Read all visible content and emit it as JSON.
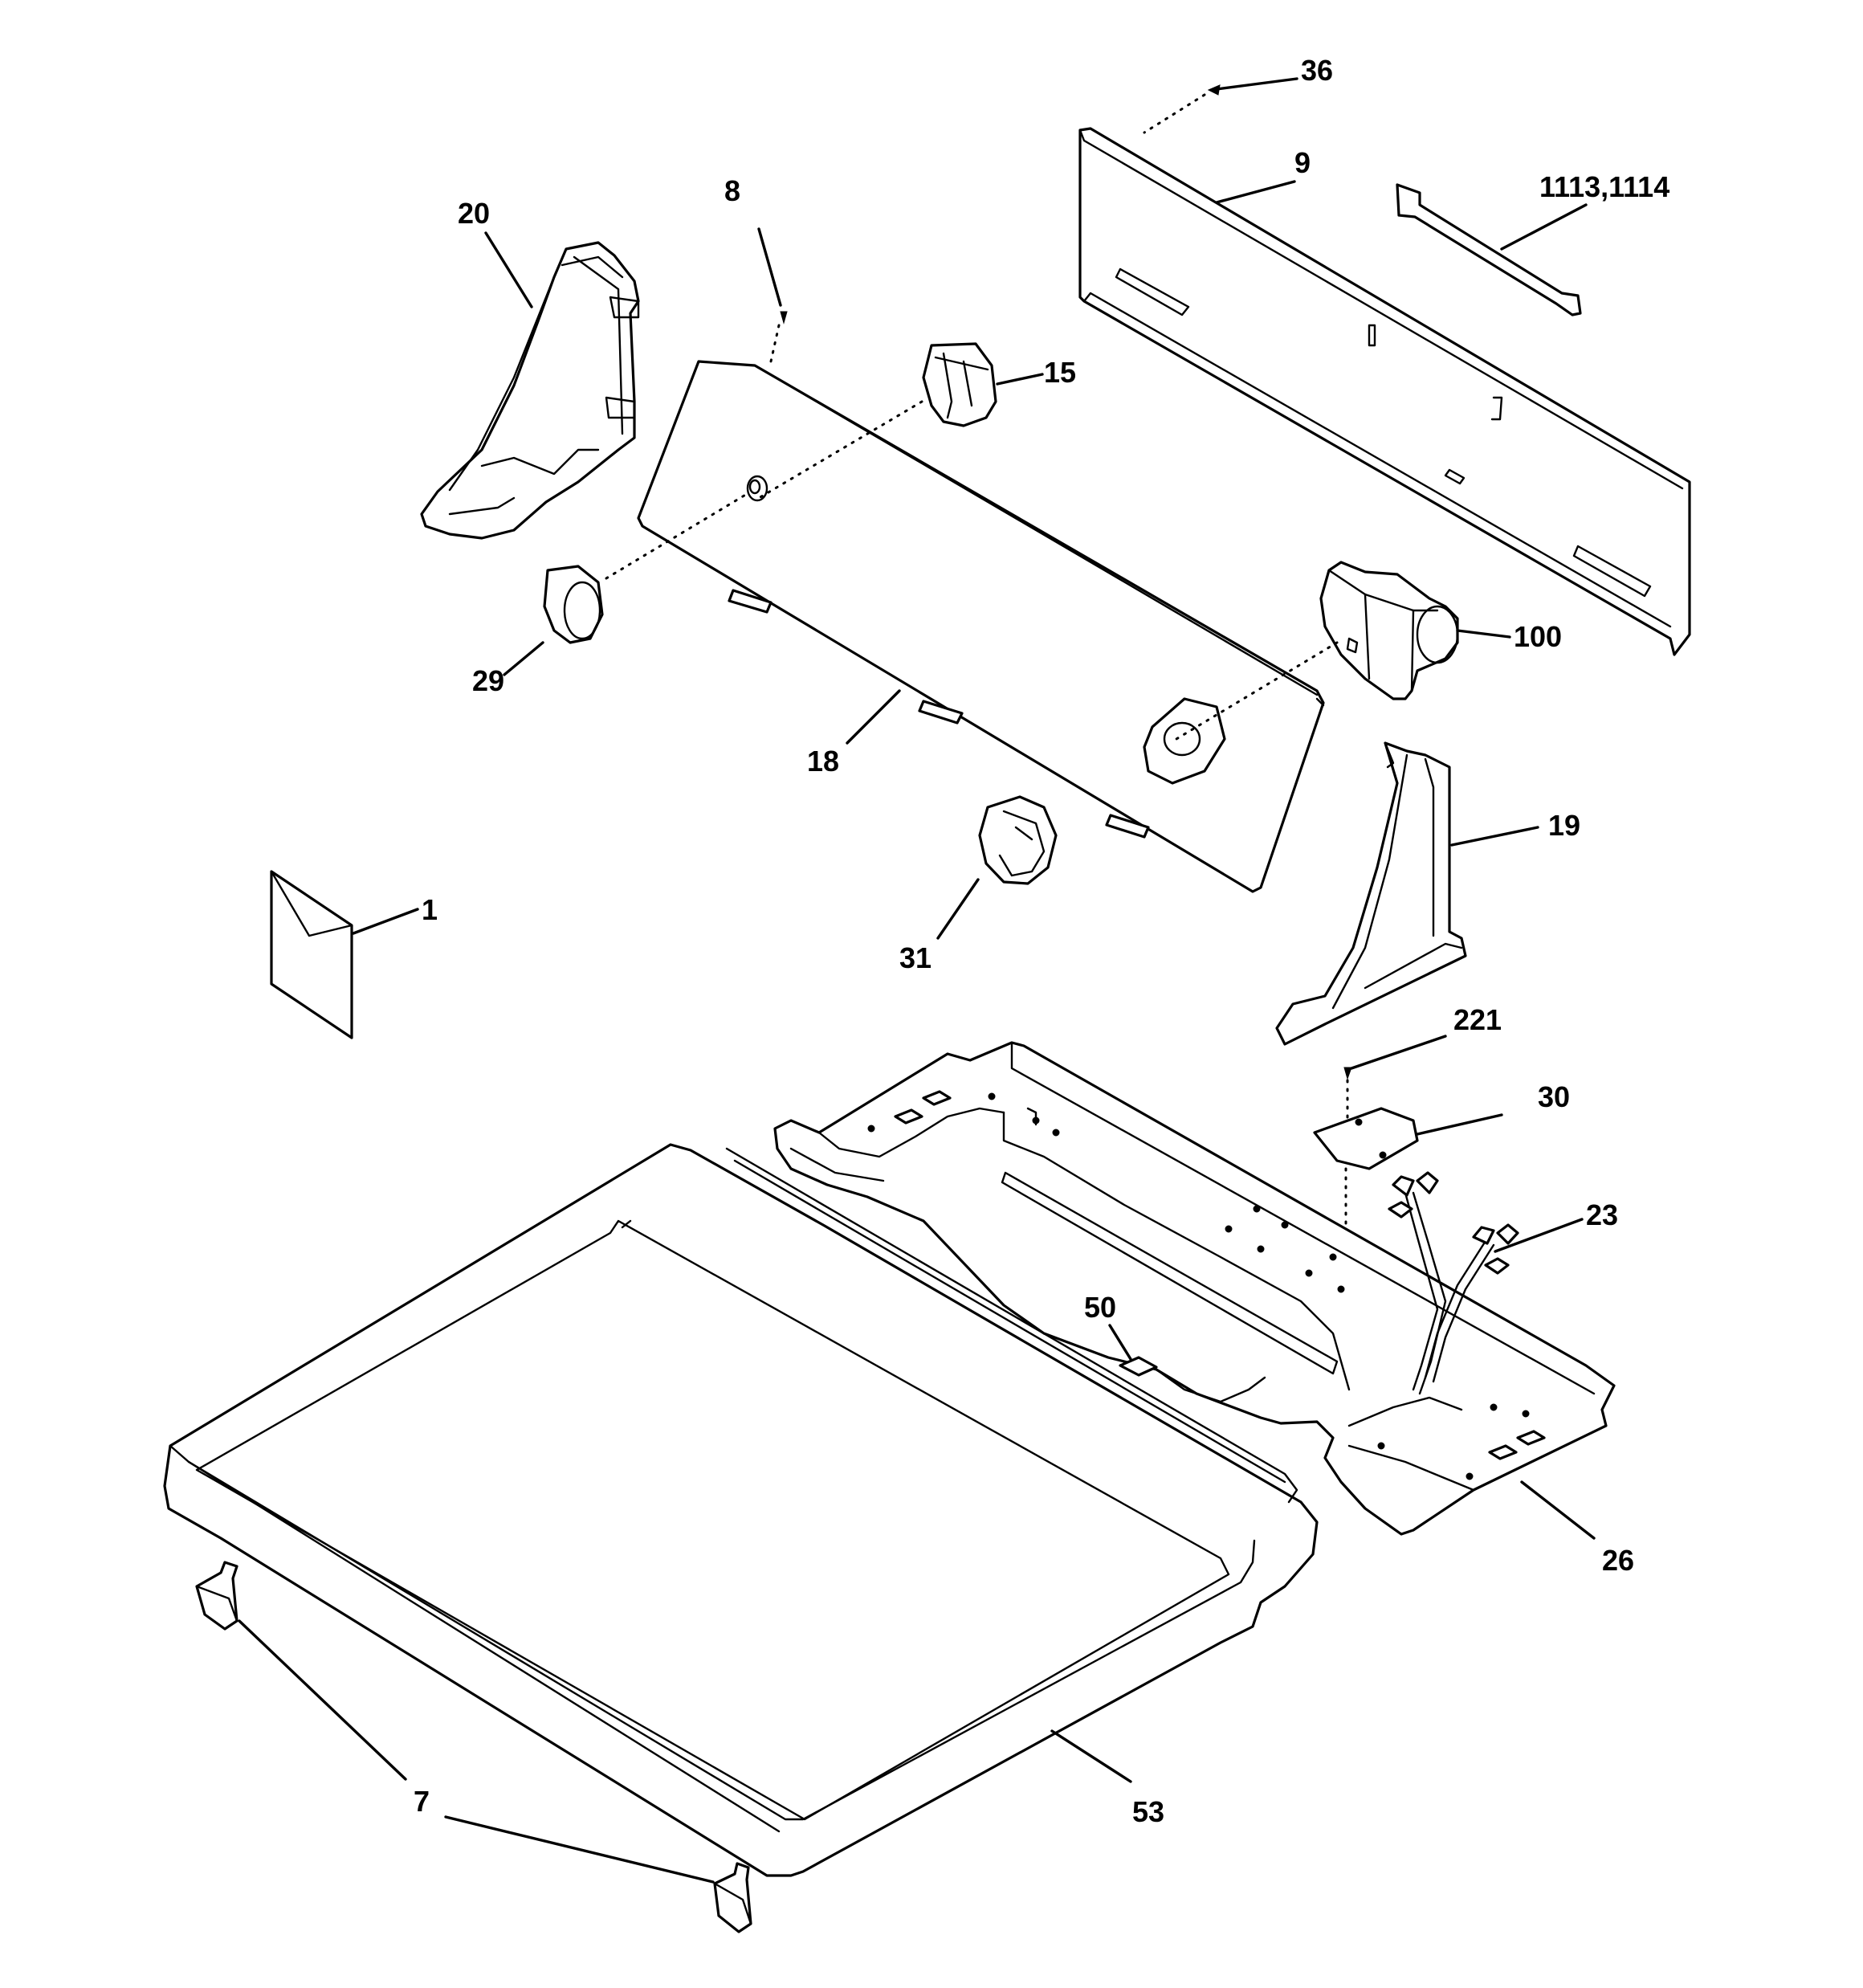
{
  "callouts": {
    "c1": "1",
    "c7": "7",
    "c8": "8",
    "c9": "9",
    "c15": "15",
    "c18": "18",
    "c19": "19",
    "c20": "20",
    "c23": "23",
    "c26": "26",
    "c29": "29",
    "c30": "30",
    "c31": "31",
    "c36": "36",
    "c50": "50",
    "c53": "53",
    "c100": "100",
    "c221": "221",
    "c1113": "1113,1114"
  },
  "colors": {
    "ink": "#000000",
    "paper": "#ffffff"
  }
}
